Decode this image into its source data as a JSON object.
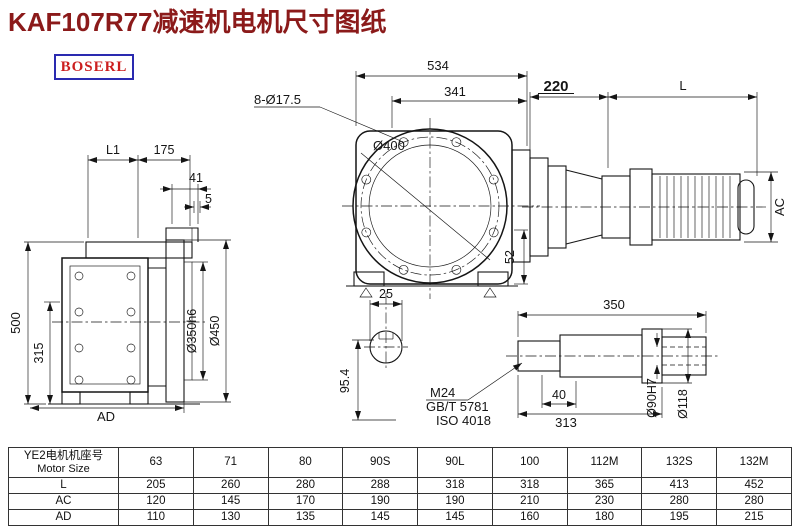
{
  "page": {
    "title": "KAF107R77减速机电机尺寸图纸",
    "logo": "BOSERL"
  },
  "dims": {
    "d534": "534",
    "d341": "341",
    "bolt_callout": "8-Ø17.5",
    "d400": "Ø400",
    "d220": "220",
    "L": "L",
    "AC": "AC",
    "d52": "52",
    "L1": "L1",
    "d175": "175",
    "d41": "41",
    "d5": "5",
    "d500": "500",
    "d315": "315",
    "AD": "AD",
    "d350h6": "Ø350h6",
    "d450": "Ø450",
    "d25": "25",
    "d95_4": "95.4",
    "m24": "M24",
    "gbt": "GB/T 5781",
    "iso": "ISO 4018",
    "d350": "350",
    "d40": "40",
    "d313": "313",
    "d90h7": "Ø90H7",
    "d118": "Ø118"
  },
  "table": {
    "header": {
      "line1": "YE2电机机座号",
      "line2": "Motor Size"
    },
    "columns": [
      "63",
      "71",
      "80",
      "90S",
      "90L",
      "100",
      "112M",
      "132S",
      "132M"
    ],
    "rows": [
      {
        "label": "L",
        "values": [
          "205",
          "260",
          "280",
          "288",
          "318",
          "318",
          "365",
          "413",
          "452"
        ]
      },
      {
        "label": "AC",
        "values": [
          "120",
          "145",
          "170",
          "190",
          "190",
          "210",
          "230",
          "280",
          "280"
        ]
      },
      {
        "label": "AD",
        "values": [
          "110",
          "130",
          "135",
          "145",
          "145",
          "160",
          "180",
          "195",
          "215"
        ]
      }
    ]
  }
}
